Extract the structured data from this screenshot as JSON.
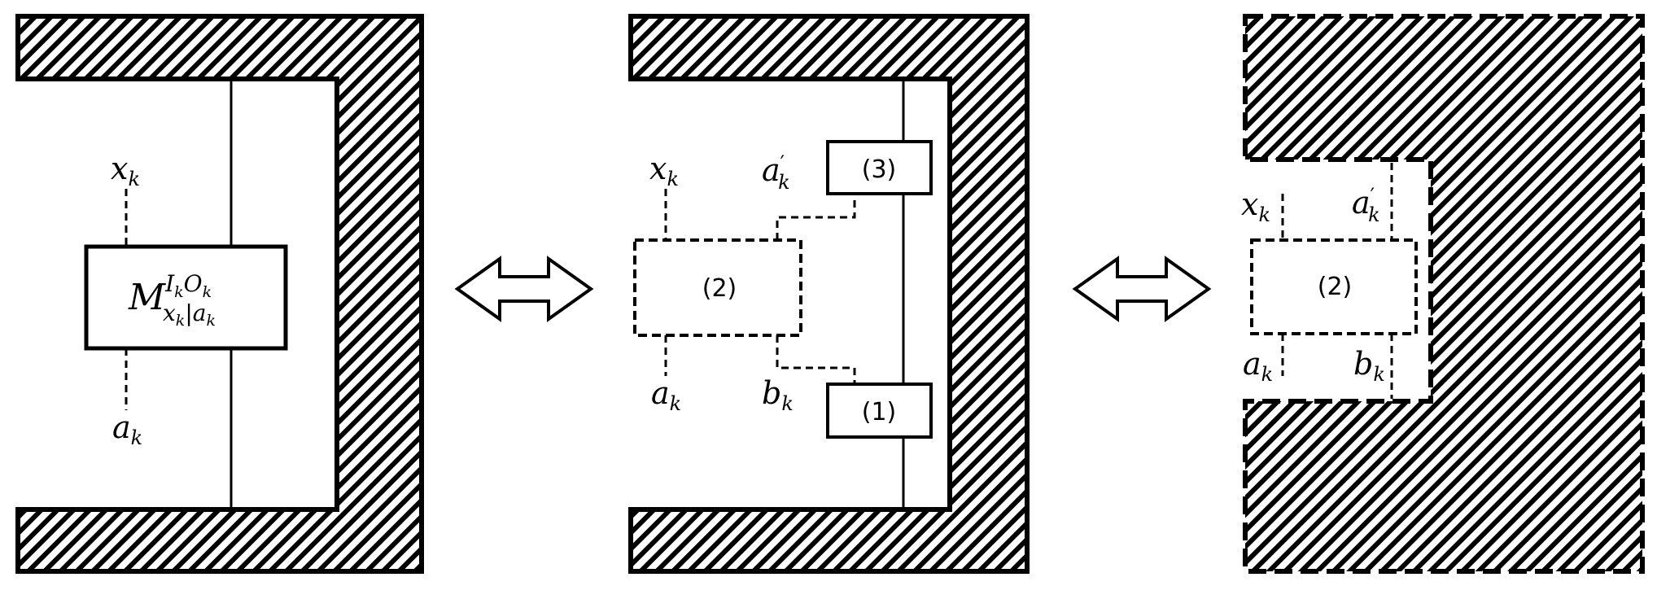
{
  "panel1": {
    "x_label_base": "x",
    "x_label_sub": "k",
    "a_label_base": "a",
    "a_label_sub": "k",
    "box_base": "M",
    "box_sup": "I",
    "box_sup_sub1": "k",
    "box_sup_mid": "O",
    "box_sup_sub2": "k",
    "box_sub_x": "x",
    "box_sub_xk": "k",
    "box_sub_bar": "|",
    "box_sub_a": "a",
    "box_sub_ak": "k"
  },
  "panel2": {
    "x_label_base": "x",
    "x_label_sub": "k",
    "a_label_base": "a",
    "a_label_sub": "k",
    "ap_label_base": "a",
    "ap_label_prime": "′",
    "ap_label_sub": "k",
    "b_label_base": "b",
    "b_label_sub": "k",
    "box_top": "(3)",
    "box_mid": "(2)",
    "box_bottom": "(1)"
  },
  "panel3": {
    "x_label_base": "x",
    "x_label_sub": "k",
    "a_label_base": "a",
    "a_label_sub": "k",
    "ap_label_base": "a",
    "ap_label_prime": "′",
    "ap_label_sub": "k",
    "b_label_base": "b",
    "b_label_sub": "k",
    "box_mid": "(2)"
  },
  "arrows": {
    "left": "double-arrow-icon",
    "right": "double-arrow-icon"
  }
}
